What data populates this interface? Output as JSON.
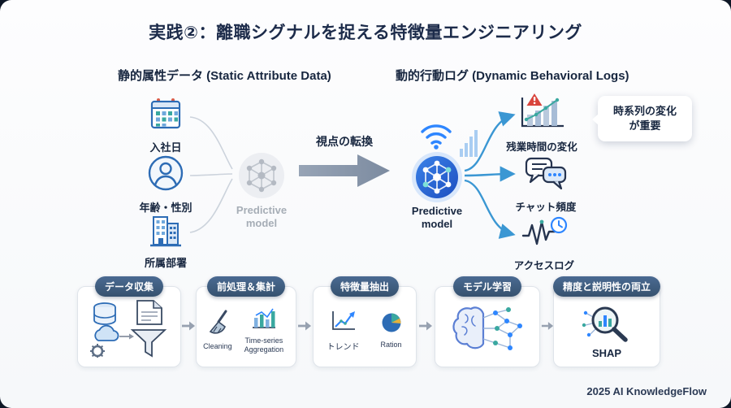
{
  "slide": {
    "title": "実践②：離職シグナルを捉える特徴量エンジニアリング",
    "footer": "2025 AI KnowledgeFlow"
  },
  "static_section": {
    "header": "静的属性データ (Static Attribute Data)",
    "items": [
      {
        "icon": "calendar-icon",
        "label": "入社日"
      },
      {
        "icon": "person-icon",
        "label": "年齢・性別"
      },
      {
        "icon": "building-icon",
        "label": "所属部署"
      }
    ],
    "model_label_line1": "Predictive",
    "model_label_line2": "model"
  },
  "transition": {
    "label": "視点の転換"
  },
  "dynamic_section": {
    "header": "動的行動ログ (Dynamic Behavioral Logs)",
    "model_label_line1": "Predictive",
    "model_label_line2": "model",
    "items": [
      {
        "icon": "overtime-chart-icon",
        "label": "残業時間の変化"
      },
      {
        "icon": "chat-icon",
        "label": "チャット頻度"
      },
      {
        "icon": "access-log-icon",
        "label": "アクセスログ"
      }
    ],
    "callout_line1": "時系列の変化",
    "callout_line2": "が重要"
  },
  "pipeline": {
    "stages": [
      {
        "title": "データ収集",
        "captions": []
      },
      {
        "title": "前処理＆集計",
        "captions": [
          "Cleaning",
          "Time-series Aggregation"
        ]
      },
      {
        "title": "特徴量抽出",
        "captions": [
          "トレンド",
          "Ration"
        ]
      },
      {
        "title": "モデル学習",
        "captions": []
      },
      {
        "title": "精度と説明性の両立",
        "captions": [
          "SHAP"
        ]
      }
    ]
  },
  "colors": {
    "accent_blue": "#2e86ff",
    "deep_blue": "#2d6cb5",
    "teal": "#3aa8a0",
    "pill_bg": "#3d5a7a",
    "title_navy": "#1c2b4a",
    "warning_red": "#d9443c",
    "gray_arrow": "#8694a8"
  }
}
